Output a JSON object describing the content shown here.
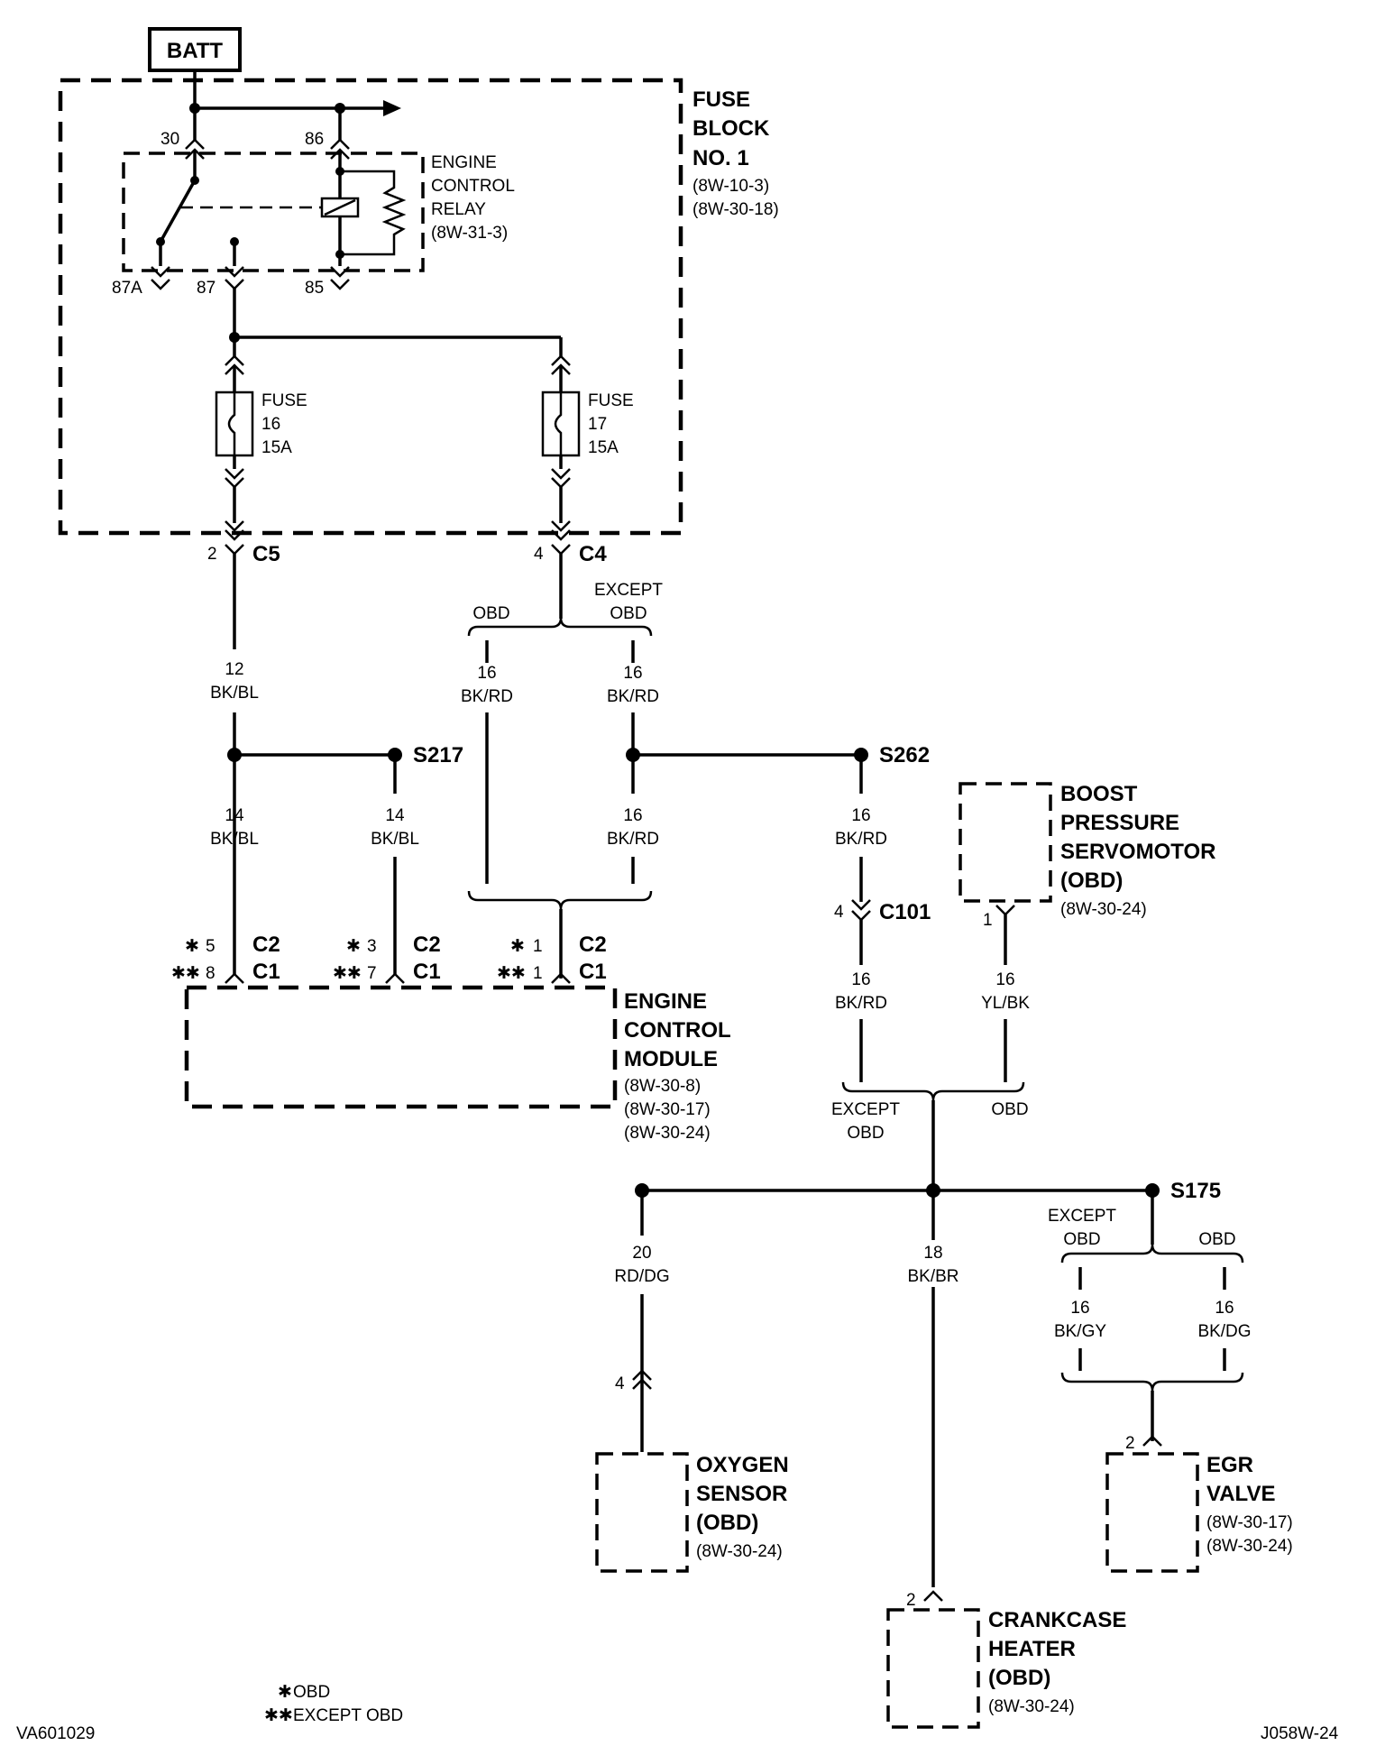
{
  "batt": "BATT",
  "fuse_block": {
    "title": [
      "FUSE",
      "BLOCK",
      "NO. 1"
    ],
    "refs": [
      "(8W-10-3)",
      "(8W-30-18)"
    ]
  },
  "relay": {
    "title": [
      "ENGINE",
      "CONTROL",
      "RELAY"
    ],
    "ref": "(8W-31-3)",
    "pins": {
      "p30": "30",
      "p86": "86",
      "p87a": "87A",
      "p87": "87",
      "p85": "85"
    }
  },
  "fuse16": [
    "FUSE",
    "16",
    "15A"
  ],
  "fuse17": [
    "FUSE",
    "17",
    "15A"
  ],
  "connectors": {
    "c5": {
      "pin": "2",
      "name": "C5"
    },
    "c4": {
      "pin": "4",
      "name": "C4"
    },
    "c101": {
      "pin": "4",
      "name": "C101"
    }
  },
  "options": {
    "obd": "OBD",
    "except": "EXCEPT"
  },
  "wires": {
    "w1": [
      "12",
      "BK/BL"
    ],
    "w2": [
      "16",
      "BK/RD"
    ],
    "w3": [
      "16",
      "BK/RD"
    ],
    "w4": [
      "14",
      "BK/BL"
    ],
    "w5": [
      "14",
      "BK/BL"
    ],
    "w6": [
      "16",
      "BK/RD"
    ],
    "w7": [
      "16",
      "BK/RD"
    ],
    "w8": [
      "16",
      "BK/RD"
    ],
    "w9": [
      "16",
      "YL/BK"
    ],
    "w10": [
      "20",
      "RD/DG"
    ],
    "w11": [
      "18",
      "BK/BR"
    ],
    "w12": [
      "16",
      "BK/GY"
    ],
    "w13": [
      "16",
      "BK/DG"
    ]
  },
  "splices": {
    "s217": "S217",
    "s262": "S262",
    "s175": "S175"
  },
  "ecm": {
    "title": [
      "ENGINE",
      "CONTROL",
      "MODULE"
    ],
    "refs": [
      "(8W-30-8)",
      "(8W-30-17)",
      "(8W-30-24)"
    ],
    "pins": {
      "a_c2": "5",
      "a_c1": "8",
      "b_c2": "3",
      "b_c1": "7",
      "c_c2": "1",
      "c_c1": "1",
      "conn_c2": "C2",
      "conn_c1": "C1"
    }
  },
  "boost": {
    "title": [
      "BOOST",
      "PRESSURE",
      "SERVOMOTOR",
      "(OBD)"
    ],
    "ref": "(8W-30-24)",
    "pin": "1"
  },
  "oxygen": {
    "title": [
      "OXYGEN",
      "SENSOR",
      "(OBD)"
    ],
    "ref": "(8W-30-24)",
    "pin": "4"
  },
  "crankcase": {
    "title": [
      "CRANKCASE",
      "HEATER",
      "(OBD)"
    ],
    "ref": "(8W-30-24)",
    "pin": "2"
  },
  "egr": {
    "title": [
      "EGR",
      "VALVE"
    ],
    "refs": [
      "(8W-30-17)",
      "(8W-30-24)"
    ],
    "pin": "2"
  },
  "legend": {
    "star1": "✱",
    "star2": "✱✱",
    "obd": "OBD",
    "except_obd": "EXCEPT OBD"
  },
  "codes": {
    "left": "VA601029",
    "right": "J058W-24"
  }
}
